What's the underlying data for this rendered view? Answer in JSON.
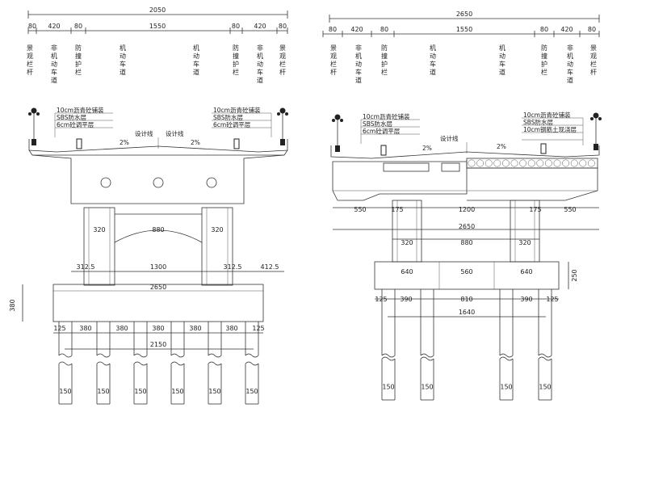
{
  "left": {
    "top_total": "2050",
    "top_segments": [
      "80",
      "420",
      "80",
      "1550",
      "80",
      "420",
      "80"
    ],
    "lane_labels": [
      [
        "景",
        "观",
        "栏",
        "杆"
      ],
      [
        "非",
        "机",
        "动",
        "车",
        "道"
      ],
      [
        "防",
        "撞",
        "护",
        "栏"
      ],
      [
        "机",
        "动",
        "车",
        "道"
      ],
      [
        "机",
        "动",
        "车",
        "道"
      ],
      [
        "防",
        "撞",
        "护",
        "栏"
      ],
      [
        "非",
        "机",
        "动",
        "车",
        "道"
      ],
      [
        "景",
        "观",
        "栏",
        "杆"
      ]
    ],
    "notes_left": [
      "10cm沥青砼铺装",
      "SBS防水层",
      "6cm砼调平层"
    ],
    "notes_right": [
      "10cm沥青砼铺装",
      "SBS防水层",
      "6cm砼调平层"
    ],
    "design_line": [
      "设计线",
      "设计线"
    ],
    "slopes": [
      "2%",
      "2%"
    ],
    "column_width_left": "320",
    "arch_span": "880",
    "column_width_right": "320",
    "mid_dims": [
      "312.5",
      "1300",
      "312.5",
      "412.5"
    ],
    "cap_width": "2650",
    "cap_height": "380",
    "pile_dims": [
      "125",
      "380",
      "380",
      "380",
      "380",
      "380",
      "125"
    ],
    "pile_total": "2150",
    "pile_dia": [
      "150",
      "150",
      "150",
      "150",
      "150",
      "150"
    ]
  },
  "right": {
    "top_total": "2650",
    "top_segments": [
      "80",
      "420",
      "80",
      "1550",
      "80",
      "420",
      "80"
    ],
    "lane_labels": [
      [
        "景",
        "观",
        "栏",
        "杆"
      ],
      [
        "非",
        "机",
        "动",
        "车",
        "道"
      ],
      [
        "防",
        "撞",
        "护",
        "栏"
      ],
      [
        "机",
        "动",
        "车",
        "道"
      ],
      [
        "机",
        "动",
        "车",
        "道"
      ],
      [
        "防",
        "撞",
        "护",
        "栏"
      ],
      [
        "非",
        "机",
        "动",
        "车",
        "道"
      ],
      [
        "景",
        "观",
        "栏",
        "杆"
      ]
    ],
    "notes_left": [
      "10cm沥青砼铺装",
      "SBS防水层",
      "6cm砼调平层"
    ],
    "notes_right": [
      "10cm沥青砼铺装",
      "SBS防水层",
      "10cm钢筋土现浇层"
    ],
    "design_line": "设计线",
    "slopes": [
      "2%",
      "2%"
    ],
    "dims_row1": [
      "550",
      "175",
      "1200",
      "175",
      "550"
    ],
    "dims_row2": "2650",
    "dims_row3": [
      "320",
      "880",
      "320"
    ],
    "cap_dims": [
      "640",
      "560",
      "640"
    ],
    "cap_height": "250",
    "pile_dims": [
      "125",
      "390",
      "810",
      "390",
      "125"
    ],
    "pile_total": "1640",
    "pile_dia": [
      "150",
      "150",
      "150",
      "150"
    ]
  }
}
